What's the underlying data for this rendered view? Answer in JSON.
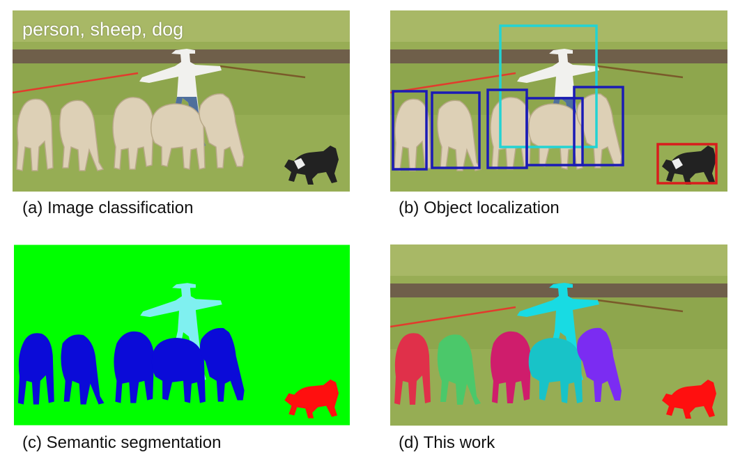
{
  "figure": {
    "panels": [
      {
        "id": "a",
        "caption": "(a) Image classification",
        "overlay_text": "person, sheep, dog"
      },
      {
        "id": "b",
        "caption": "(b) Object localization"
      },
      {
        "id": "c",
        "caption": "(c) Semantic segmentation"
      },
      {
        "id": "d",
        "caption": "(d) This work"
      }
    ]
  },
  "colors": {
    "grass": "#8fa64c",
    "soil": "#6b5a45",
    "sheep": "#ddd0b6",
    "person_box": "#22d3d3",
    "sheep_box": "#1b1bb5",
    "dog_box": "#d81d1d",
    "seg_background": "#00ff00",
    "seg_person": "#7ff0f0",
    "seg_sheep": "#0b0bd8",
    "seg_dog": "#ff0f0f",
    "inst_sheep": [
      "#e0304a",
      "#4bc86a",
      "#cf1d6c",
      "#18c3c8",
      "#7b2cf2"
    ]
  }
}
